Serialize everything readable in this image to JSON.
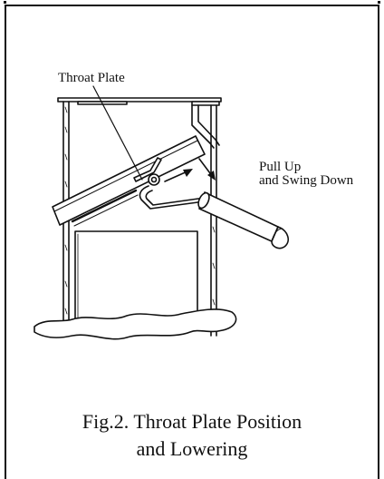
{
  "labels": {
    "throat_plate": "Throat Plate",
    "pull_up": "Pull Up",
    "swing_down": "and Swing Down"
  },
  "caption": {
    "line1": "Fig.2. Throat Plate Position",
    "line2": "and Lowering"
  },
  "colors": {
    "ink": "#111111",
    "background": "#ffffff"
  }
}
